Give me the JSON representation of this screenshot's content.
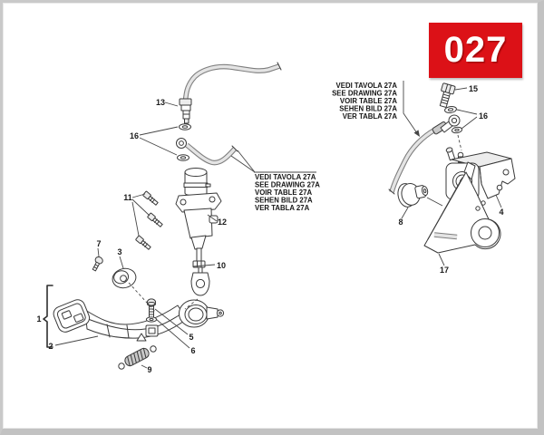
{
  "page": {
    "badge_number": "027"
  },
  "notes": {
    "left": {
      "lines": [
        "VEDI TAVOLA 27A",
        "SEE DRAWING 27A",
        "VOIR TABLE 27A",
        "SEHEN BILD 27A",
        "VER TABLA 27A"
      ]
    },
    "right": {
      "lines": [
        "VEDI TAVOLA 27A",
        "SEE DRAWING 27A",
        "VOIR TABLE 27A",
        "SEHEN BILD 27A",
        "VER TABLA 27A"
      ]
    }
  },
  "callouts": {
    "pedal_assembly": "1",
    "pedal_arm": "2",
    "pivot_cover": "3",
    "brake_caliper": "4",
    "adjuster_bolt": "5",
    "adjuster_nut": "6",
    "screw": "7",
    "rubber_boot": "8",
    "return_spring": "9",
    "clevis": "10",
    "mounting_bolts": "11",
    "master_cylinder": "12",
    "hose_fitting": "13",
    "banjo_bolt": "15",
    "washers_left": "16",
    "washers_right": "16",
    "caliper_bracket": "17"
  },
  "colors": {
    "badge_red": "#dc1117",
    "line_dark": "#3a3a3a",
    "hose_gray": "#e4e4e4",
    "frame_gray": "#c9c9c9"
  }
}
